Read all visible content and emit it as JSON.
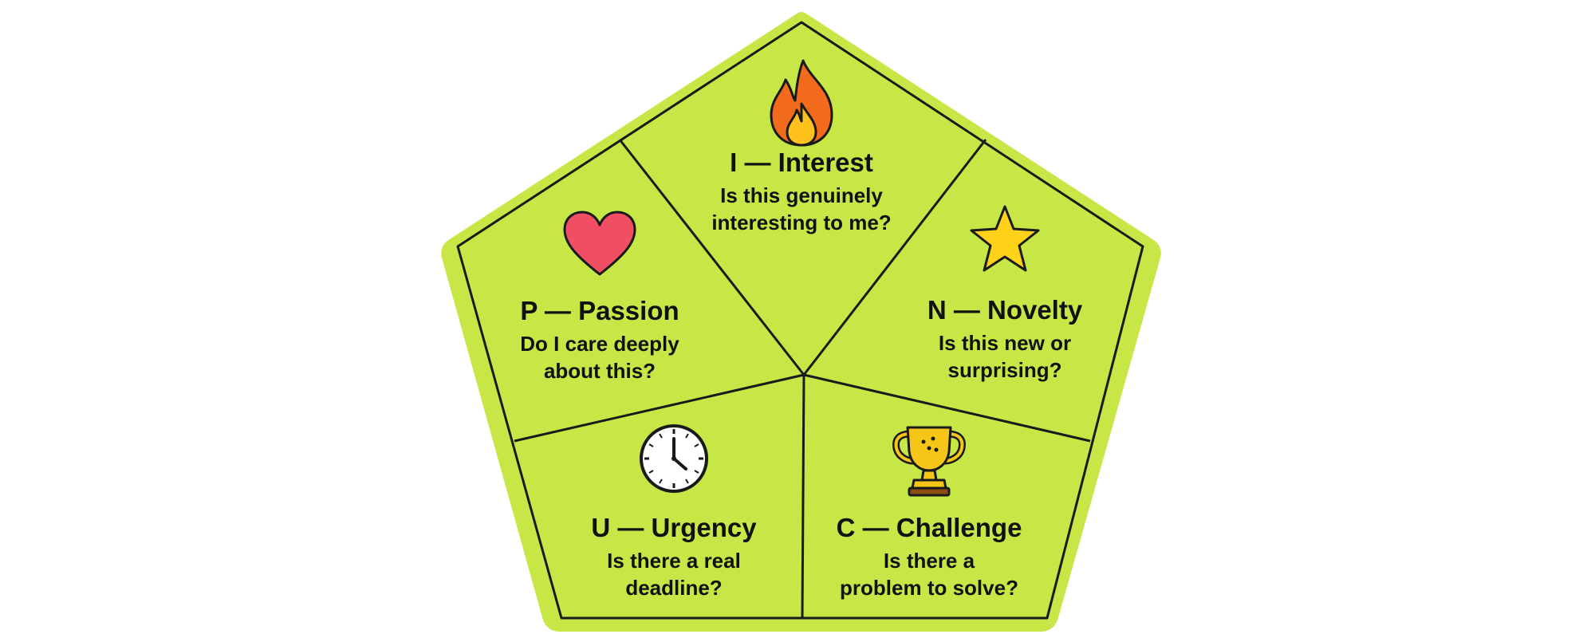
{
  "colors": {
    "fill": "#c6e745",
    "stroke": "#1a1a1a",
    "fire_outer": "#f26b1d",
    "fire_inner": "#ffc21c",
    "heart": "#f24e63",
    "star": "#ffd21a",
    "trophy": "#f5c518",
    "trophy_base": "#8a4d12",
    "clock_face": "#ffffff"
  },
  "sections": [
    {
      "key": "interest",
      "icon": "fire-icon",
      "title": "I — Interest",
      "question_lines": [
        "Is this genuinely",
        "interesting to me?"
      ]
    },
    {
      "key": "passion",
      "icon": "heart-icon",
      "title": "P — Passion",
      "question_lines": [
        "Do I care deeply",
        "about this?"
      ]
    },
    {
      "key": "novelty",
      "icon": "star-icon",
      "title": "N — Novelty",
      "question_lines": [
        "Is this new or",
        "surprising?"
      ]
    },
    {
      "key": "urgency",
      "icon": "clock-icon",
      "title": "U — Urgency",
      "question_lines": [
        "Is there a real",
        "deadline?"
      ]
    },
    {
      "key": "challenge",
      "icon": "trophy-icon",
      "title": "C — Challenge",
      "question_lines": [
        "Is there a",
        "problem to solve?"
      ]
    }
  ]
}
